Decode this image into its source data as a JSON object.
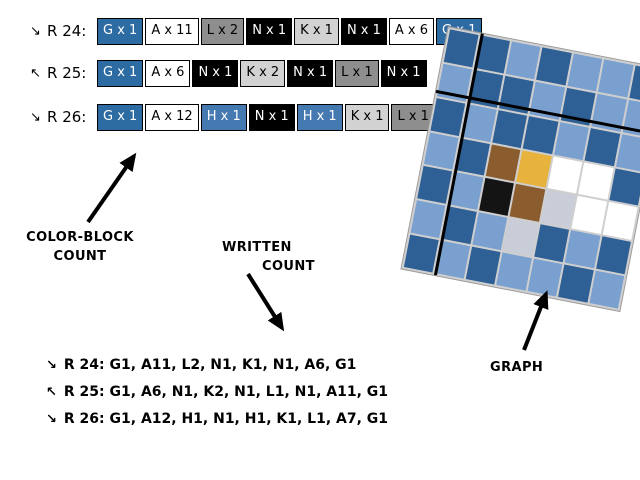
{
  "labels": {
    "color_block_count_line1": "COLOR-BLOCK",
    "color_block_count_line2": "COUNT",
    "written_count_line1": "WRITTEN",
    "written_count_line2": "COUNT",
    "graph": "GRAPH"
  },
  "block_colors": {
    "G": {
      "bg": "#2d6ba3",
      "fg": "#ffffff"
    },
    "A": {
      "bg": "#ffffff",
      "fg": "#000000"
    },
    "L": {
      "bg": "#8e8e8e",
      "fg": "#000000"
    },
    "N": {
      "bg": "#000000",
      "fg": "#ffffff"
    },
    "K": {
      "bg": "#d2d2d2",
      "fg": "#000000"
    },
    "H": {
      "bg": "#4579b2",
      "fg": "#ffffff"
    }
  },
  "rows": [
    {
      "dir": "↘",
      "label": "R 24:",
      "blocks": [
        [
          "G",
          "G x 1"
        ],
        [
          "A",
          "A x 11"
        ],
        [
          "L",
          "L x 2"
        ],
        [
          "N",
          "N x 1"
        ],
        [
          "K",
          "K x 1"
        ],
        [
          "N",
          "N x 1"
        ],
        [
          "A",
          "A x 6"
        ],
        [
          "G",
          "G x 1"
        ]
      ]
    },
    {
      "dir": "↖",
      "label": "R 25:",
      "blocks": [
        [
          "G",
          "G x 1"
        ],
        [
          "A",
          "A x 6"
        ],
        [
          "N",
          "N x 1"
        ],
        [
          "K",
          "K x 2"
        ],
        [
          "N",
          "N x 1"
        ],
        [
          "L",
          "L x 1"
        ],
        [
          "N",
          "N x 1"
        ]
      ]
    },
    {
      "dir": "↘",
      "label": "R 26:",
      "blocks": [
        [
          "G",
          "G x 1"
        ],
        [
          "A",
          "A x 12"
        ],
        [
          "H",
          "H x 1"
        ],
        [
          "N",
          "N x 1"
        ],
        [
          "H",
          "H x 1"
        ],
        [
          "K",
          "K x 1"
        ],
        [
          "L",
          "L x 1"
        ]
      ]
    }
  ],
  "written_counts": [
    {
      "dir": "↘",
      "text": "R 24: G1, A11, L2, N1, K1, N1, A6, G1"
    },
    {
      "dir": "↖",
      "text": "R 25: G1, A6, N1, K2, N1, L1, N1, A11, G1"
    },
    {
      "dir": "↘",
      "text": "R 26: G1, A12, H1, N1, H1, K1, L1, A7, G1"
    }
  ],
  "graph": {
    "colors": {
      "L": "#7aa0d0",
      "D": "#2e6096",
      "W": "#ffffff",
      "B": "#8a5c2e",
      "Y": "#e7b33c",
      "K": "#141414",
      "S": "#c8cdd8"
    },
    "grid": [
      [
        "D",
        "D",
        "L",
        "D",
        "L",
        "L",
        "D"
      ],
      [
        "L",
        "D",
        "D",
        "L",
        "D",
        "L",
        "L"
      ],
      [
        "D",
        "L",
        "D",
        "D",
        "L",
        "D",
        "L"
      ],
      [
        "L",
        "D",
        "B",
        "Y",
        "W",
        "W",
        "D"
      ],
      [
        "D",
        "L",
        "K",
        "B",
        "S",
        "W",
        "W"
      ],
      [
        "L",
        "D",
        "L",
        "S",
        "D",
        "L",
        "D"
      ],
      [
        "D",
        "L",
        "D",
        "L",
        "L",
        "D",
        "L"
      ]
    ]
  }
}
